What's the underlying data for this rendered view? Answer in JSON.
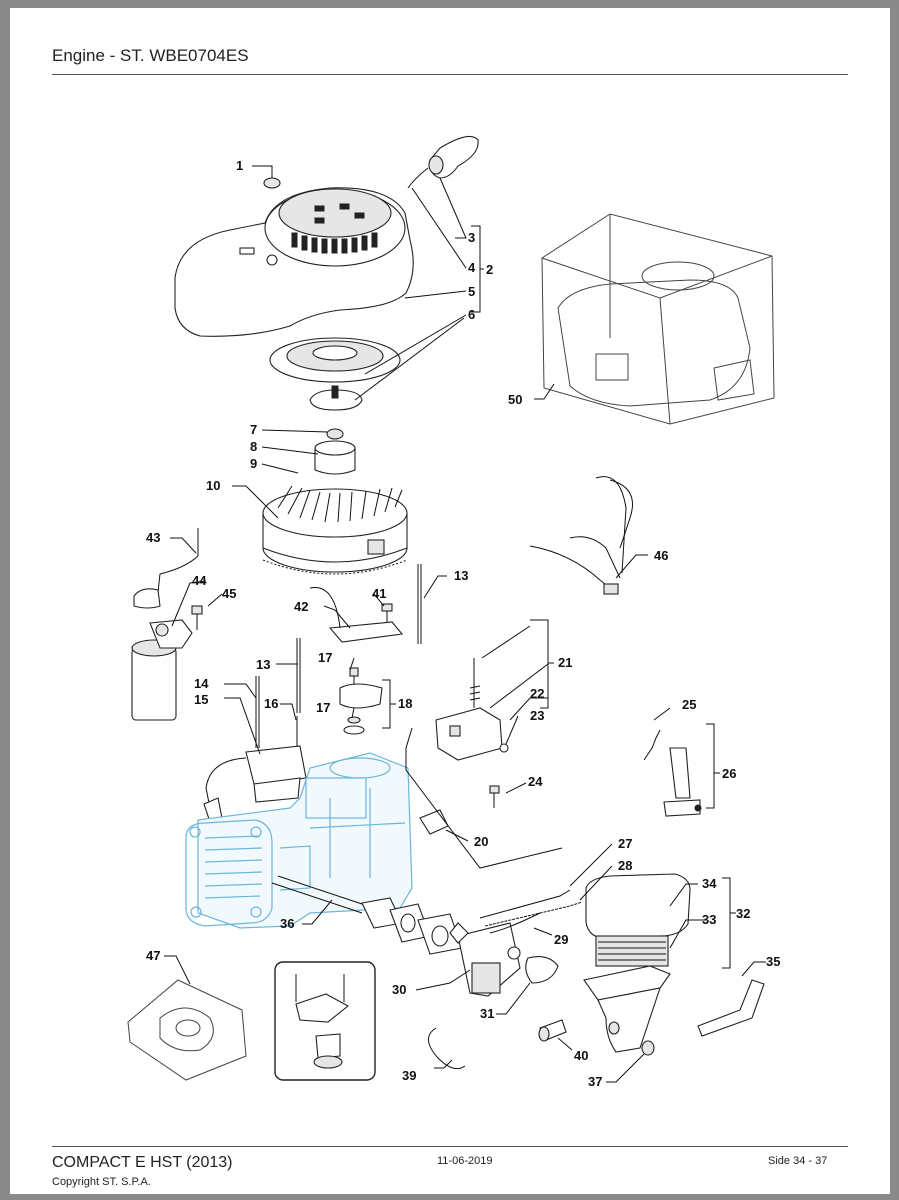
{
  "header": {
    "title": "Engine - ST. WBE0704ES"
  },
  "footer": {
    "model": "COMPACT E HST (2013)",
    "copyright": "Copyright ST. S.P.A.",
    "date": "11-06-2019",
    "side": "Side 34 - 37"
  },
  "callouts": {
    "c1": "1",
    "c2": "2",
    "c3": "3",
    "c4": "4",
    "c5": "5",
    "c6": "6",
    "c7": "7",
    "c8": "8",
    "c9": "9",
    "c10": "10",
    "c13a": "13",
    "c13b": "13",
    "c14": "14",
    "c15": "15",
    "c16": "16",
    "c17a": "17",
    "c17b": "17",
    "c18": "18",
    "c20": "20",
    "c21": "21",
    "c22": "22",
    "c23": "23",
    "c24": "24",
    "c25": "25",
    "c26": "26",
    "c27": "27",
    "c28": "28",
    "c29": "29",
    "c30": "30",
    "c31": "31",
    "c32": "32",
    "c33": "33",
    "c34": "34",
    "c35": "35",
    "c36": "36",
    "c37": "37",
    "c39": "39",
    "c40": "40",
    "c41": "41",
    "c42": "42",
    "c43": "43",
    "c44": "44",
    "c45": "45",
    "c46": "46",
    "c47": "47",
    "c50": "50"
  }
}
